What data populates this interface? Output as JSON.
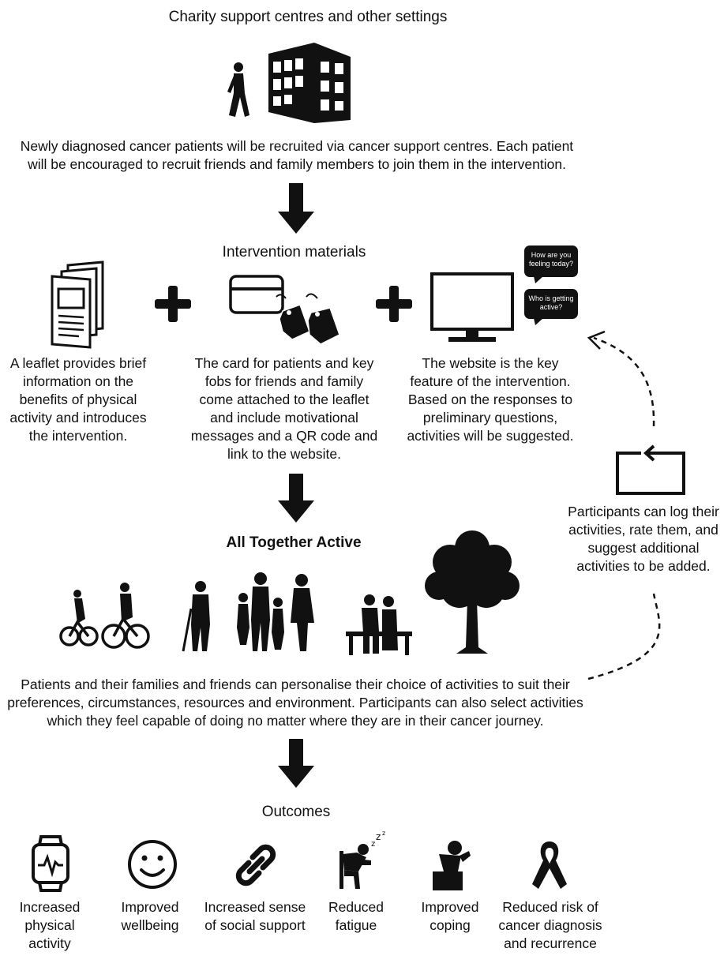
{
  "settings": {
    "title": "Charity support centres and other settings",
    "description": "Newly diagnosed cancer patients will be recruited via cancer support centres. Each patient will be encouraged to recruit friends and family members to join them in the intervention."
  },
  "materials": {
    "title": "Intervention materials",
    "leaflet_text": "A leaflet provides brief information on the benefits of physical activity and introduces the intervention.",
    "card_text": "The card for patients and key fobs for friends and family come attached to the leaflet and include motivational messages and a QR code and link to the website.",
    "website_text": "The website is the key feature of the intervention. Based on the responses to preliminary questions, activities will be suggested.",
    "bubble_1": "How are you feeling today?",
    "bubble_2": "Who is getting active?"
  },
  "feedback": {
    "text": "Participants can log their activities, rate them, and suggest additional activities to be added."
  },
  "program": {
    "title": "All Together Active",
    "description": "Patients and their families and friends can personalise their choice of activities to suit their preferences, circumstances, resources and environment. Participants can also select activities which they feel capable of doing no matter where they are in their cancer journey."
  },
  "outcomes": {
    "title": "Outcomes",
    "items": [
      {
        "label": "Increased physical activity",
        "icon": "smartwatch-icon"
      },
      {
        "label": "Improved wellbeing",
        "icon": "smiley-icon"
      },
      {
        "label": "Increased sense of social support",
        "icon": "link-icon"
      },
      {
        "label": "Reduced fatigue",
        "icon": "sleeping-person-icon"
      },
      {
        "label": "Improved coping",
        "icon": "distressed-person-icon"
      },
      {
        "label": "Reduced risk of cancer diagnosis and recurrence",
        "icon": "cancer-ribbon-icon"
      }
    ]
  }
}
